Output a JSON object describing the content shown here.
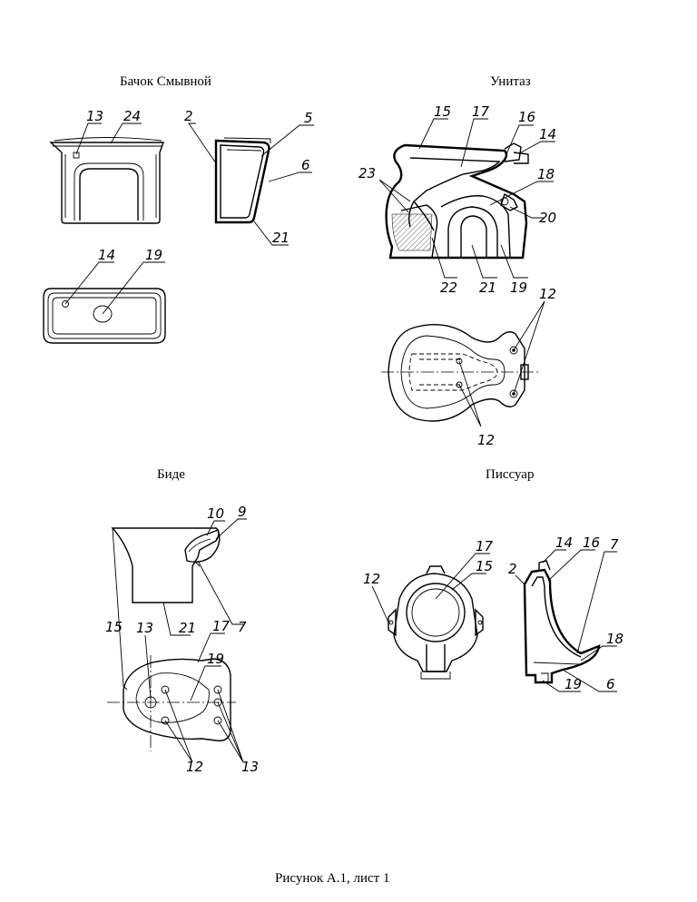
{
  "titles": {
    "tank": "Бачок Смывной",
    "toilet": "Унитаз",
    "bidet": "Биде",
    "urinal": "Писсуар"
  },
  "caption": "Рисунок А.1, лист 1",
  "labels": {
    "tank": [
      "13",
      "24",
      "2",
      "5",
      "6",
      "21",
      "14",
      "19"
    ],
    "toilet": [
      "15",
      "17",
      "16",
      "14",
      "23",
      "18",
      "20",
      "22",
      "21",
      "19",
      "12",
      "12"
    ],
    "bidet": [
      "10",
      "9",
      "7",
      "21",
      "15",
      "13",
      "17",
      "19",
      "12",
      "13"
    ],
    "urinal": [
      "17",
      "15",
      "12",
      "2",
      "14",
      "16",
      "7",
      "18",
      "19",
      "6"
    ]
  }
}
